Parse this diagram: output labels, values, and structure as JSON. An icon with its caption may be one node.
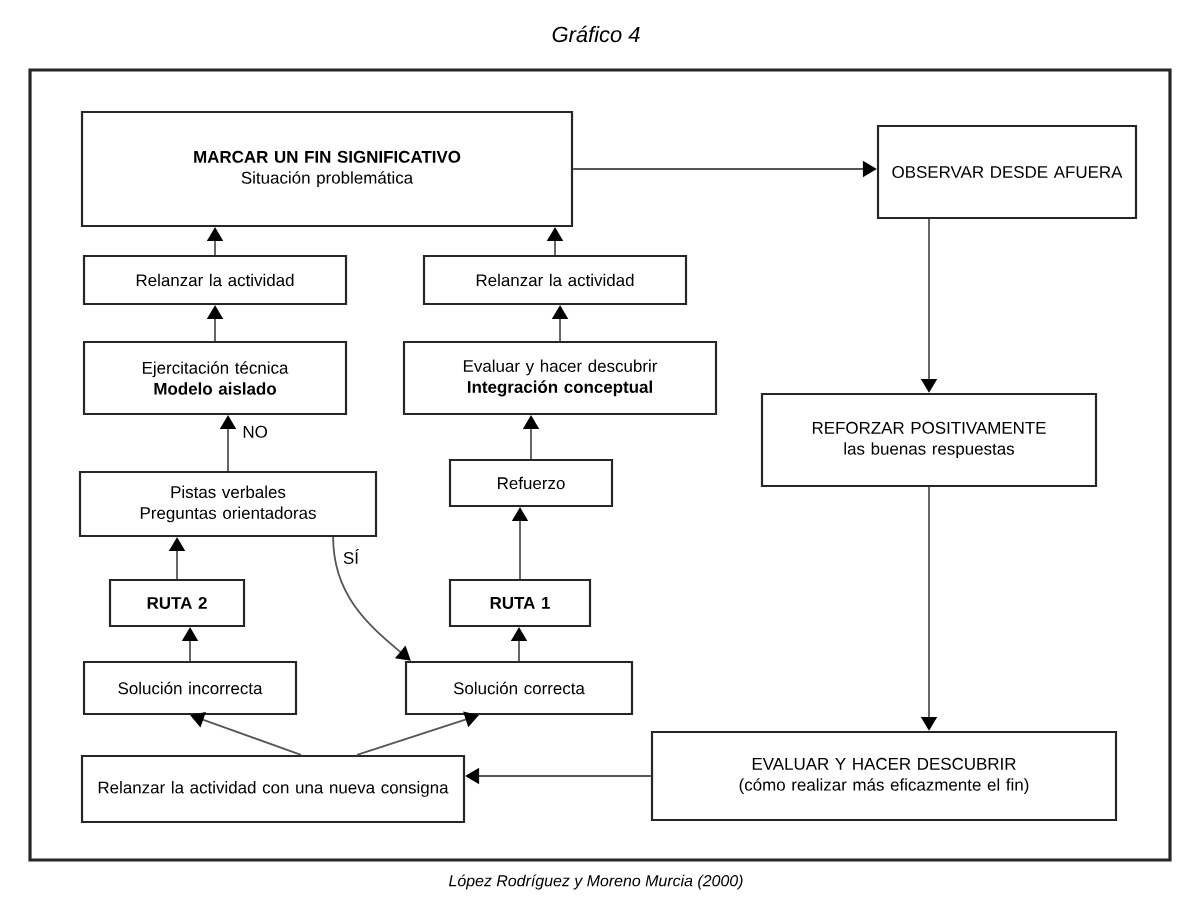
{
  "diagram": {
    "title": "Gráfico 4",
    "caption": "López Rodríguez y Moreno Murcia (2000)",
    "nodes": [
      {
        "text": [
          "MARCAR UN FIN SIGNIFICATIVO",
          "Situación problemática"
        ]
      },
      {
        "text": [
          "OBSERVAR DESDE AFUERA"
        ]
      },
      {
        "text": [
          "Relanzar la actividad"
        ]
      },
      {
        "text": [
          "Relanzar la actividad"
        ]
      },
      {
        "text": [
          "Ejercitación técnica",
          "Modelo aislado"
        ]
      },
      {
        "text": [
          "Evaluar y hacer descubrir",
          "Integración conceptual"
        ]
      },
      {
        "text": [
          "REFORZAR POSITIVAMENTE",
          "las buenas respuestas"
        ]
      },
      {
        "text": [
          "Refuerzo"
        ]
      },
      {
        "text": [
          "Pistas verbales Preguntas orientadoras"
        ]
      },
      {
        "text": [
          "RUTA 2"
        ]
      },
      {
        "text": [
          "RUTA 1"
        ]
      },
      {
        "text": [
          "Solución incorrecta"
        ]
      },
      {
        "text": [
          "Solución correcta"
        ]
      },
      {
        "text": [
          "EVALUAR Y HACER DESCUBRIR",
          "(cómo realizar más eficazmente el fin)"
        ]
      },
      {
        "text": [
          "Relanzar la actividad con una nueva consigna"
        ]
      }
    ],
    "edges": [
      {
        "from": 0,
        "to": 1,
        "arrow": "to"
      },
      {
        "from": 1,
        "to": 6,
        "arrow": "to"
      },
      {
        "from": 6,
        "to": 13,
        "arrow": "to"
      },
      {
        "from": 13,
        "to": 14,
        "arrow": "to"
      },
      {
        "from": 14,
        "to": 11,
        "arrow": "to"
      },
      {
        "from": 14,
        "to": 12,
        "arrow": "to"
      },
      {
        "from": 11,
        "to": 9,
        "arrow": "to"
      },
      {
        "from": 9,
        "to": 8,
        "arrow": "to"
      },
      {
        "from": 8,
        "to": 4,
        "arrow": "to",
        "label": "NO"
      },
      {
        "from": 4,
        "to": 2,
        "arrow": "to"
      },
      {
        "from": 2,
        "to": 0,
        "arrow": "to"
      },
      {
        "from": 12,
        "to": 10,
        "arrow": "to"
      },
      {
        "from": 10,
        "to": 7,
        "arrow": "to"
      },
      {
        "from": 7,
        "to": 5,
        "arrow": "to"
      },
      {
        "from": 5,
        "to": 3,
        "arrow": "to"
      },
      {
        "from": 3,
        "to": 0,
        "arrow": "to"
      },
      {
        "from": 8,
        "to": 12,
        "arrow": "to",
        "label": "SÍ"
      }
    ]
  }
}
